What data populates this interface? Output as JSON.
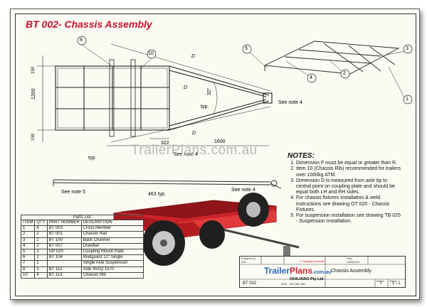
{
  "title": "BT 002- Chassis Assembly",
  "watermark": "TrailerPlans.com.au",
  "dimensions": {
    "d_top": "D",
    "d_bottom": "D",
    "d_angle": "D",
    "width": "1200",
    "top_offset": "150",
    "bottom_offset": "150",
    "angle": "32°",
    "length": "1600",
    "short": "322",
    "side": "463 typ."
  },
  "callouts": {
    "c8": "8",
    "c10": "10",
    "c5": "5",
    "c4": "4",
    "c2": "2",
    "c3": "3",
    "c1": "1"
  },
  "labels": {
    "typ1": "typ.",
    "typ2": "typ.",
    "note4a": "See note 4",
    "note4b": "See note 4",
    "note4c": "See note 4",
    "note5": "See note 5"
  },
  "notes": {
    "heading": "NOTES:",
    "items": [
      "Dimension F must be equal or greater than R.",
      "Item 10 (Chassis Rib) recommended for trailers over 1000kg ATM.",
      "Dimension D is measured from axle tip to central point on coupling plate and should be equal both LH and RH sides.",
      "For chassis fixtures installation & weld instructions see drawing OT 020 - Chassis Fixtures.",
      "For suspension installation see drawing TB 025 - Suspension Installation."
    ]
  },
  "parts_list": {
    "caption": "Parts List",
    "headers": [
      "ITEM",
      "QTY",
      "PART NUMBER",
      "DESCRIPTION"
    ],
    "rows": [
      [
        "1",
        "4",
        "BT 003",
        "Cross Member"
      ],
      [
        "2",
        "2",
        "BT 001",
        "Chassis Rail"
      ],
      [
        "3",
        "1",
        "BT 100",
        "Back Channel"
      ],
      [
        "4",
        "2",
        "BT 007",
        "Drawbar"
      ],
      [
        "5",
        "1",
        "GP 020",
        "Coupling Mount Plate"
      ],
      [
        "6",
        "2",
        "BT 104",
        "Mudguard 12\" Single"
      ],
      [
        "7",
        "1",
        "",
        "Single Axle Suspension"
      ],
      [
        "8",
        "1",
        "BT 112",
        "Axle 45SQ 1570"
      ],
      [
        "10",
        "4",
        "BT 113",
        "Chassis Rib"
      ]
    ]
  },
  "title_block": {
    "logo_a": "Trailer",
    "logo_b": "Plans",
    "logo_c": ".com.au",
    "company": "OHAJARO Pty Ltd",
    "abn": "ACN : 167 697 961",
    "drawing_title": "Chassis Assembly",
    "drawing_number": "BT 002",
    "edition": "1",
    "sheet": "1 / 1",
    "date": "14/06/2010",
    "designed_by": "Designed by",
    "designer": "DvD",
    "copyright": "© Copyright protected",
    "lbl_date": "Date",
    "lbl_edition": "Edition",
    "lbl_sheet": "Sheet"
  },
  "colors": {
    "title": "#c8102e",
    "trailer_body": "#d7262b",
    "logo_blue": "#2a66b8",
    "logo_red": "#d2202e"
  }
}
